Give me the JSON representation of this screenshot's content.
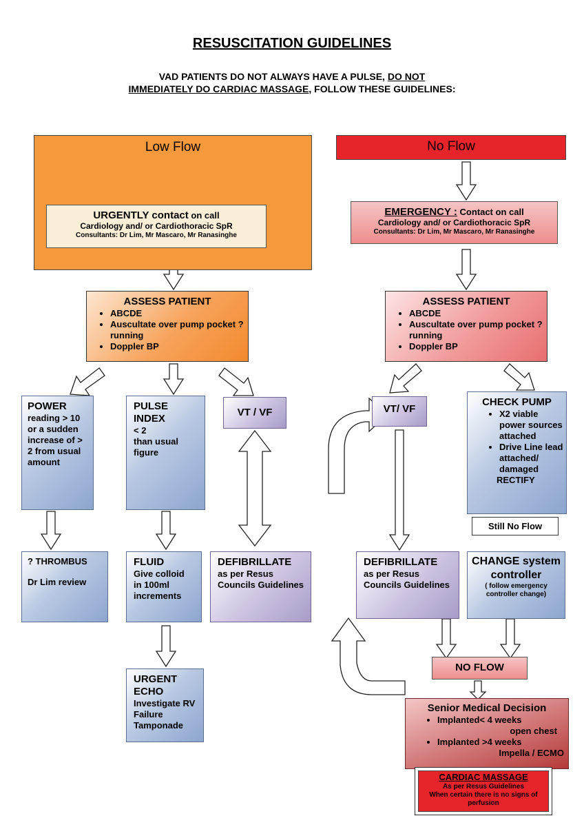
{
  "title": "RESUSCITATION GUIDELINES",
  "subtitle": {
    "line1_a": "VAD PATIENTS DO NOT ALWAYS HAVE A PULSE, ",
    "line1_b": "DO NOT",
    "line2_a": "IMMEDIATELY DO CARDIAC MASSAGE",
    "line2_b": ", FOLLOW THESE GUIDELINES:"
  },
  "low_flow": {
    "header": "Low Flow",
    "contact": {
      "lead": "URGENTLY contact",
      "rest": " on call",
      "line2": "Cardiology and/ or Cardiothoracic SpR",
      "line3": "Consultants: Dr Lim, Mr Mascaro, Mr Ranasinghe"
    },
    "assess": {
      "title": "ASSESS PATIENT",
      "items": [
        "ABCDE",
        "Auscultate over pump pocket ? running",
        "Doppler BP"
      ]
    },
    "power": {
      "title": "POWER",
      "text": "reading > 10 or a sudden increase of > 2 from usual amount"
    },
    "pulse_index": {
      "title": "PULSE INDEX",
      "line1": "<  2",
      "text": "than usual figure"
    },
    "vtvf": "VT / VF",
    "thrombus": {
      "title": "? THROMBUS",
      "text": "Dr Lim review"
    },
    "fluid": {
      "title": "FLUID",
      "text": "Give colloid in 100ml increments"
    },
    "defib": {
      "title": "DEFIBRILLATE",
      "text": "as per Resus Councils Guidelines"
    },
    "echo": {
      "title": "URGENT ECHO",
      "text": "Investigate RV Failure Tamponade"
    }
  },
  "no_flow": {
    "header": "No Flow",
    "contact": {
      "lead": "EMERGENCY :",
      "rest": " Contact on call",
      "line2": "Cardiology and/ or Cardiothoracic SpR",
      "line3": "Consultants: Dr Lim, Mr Mascaro, Mr Ranasinghe"
    },
    "assess": {
      "title": "ASSESS PATIENT",
      "items": [
        "ABCDE",
        "Auscultate over pump pocket ? running",
        "Doppler BP"
      ]
    },
    "vtvf": "VT/ VF",
    "check_pump": {
      "title": "CHECK PUMP",
      "items": [
        "X2 viable power sources attached",
        "Drive Line lead attached/ damaged"
      ],
      "footer": "RECTIFY"
    },
    "still_no_flow": "Still No Flow",
    "defib": {
      "title": "DEFIBRILLATE",
      "text": "as per Resus Councils Guidelines"
    },
    "change": {
      "title": "CHANGE system controller",
      "note": "( follow emergency controller change)"
    },
    "no_flow_box": "NO FLOW",
    "senior": {
      "title": "Senior Medical Decision",
      "items": [
        {
          "a": "Implanted< 4 weeks",
          "b": "open chest"
        },
        {
          "a": "Implanted >4 weeks",
          "b": "Impella / ECMO"
        }
      ]
    },
    "cardiac": {
      "title": "CARDIAC MASSAGE",
      "line1": "As per Resus Guidelines",
      "line2": "When certain there is no signs of perfusion"
    }
  }
}
